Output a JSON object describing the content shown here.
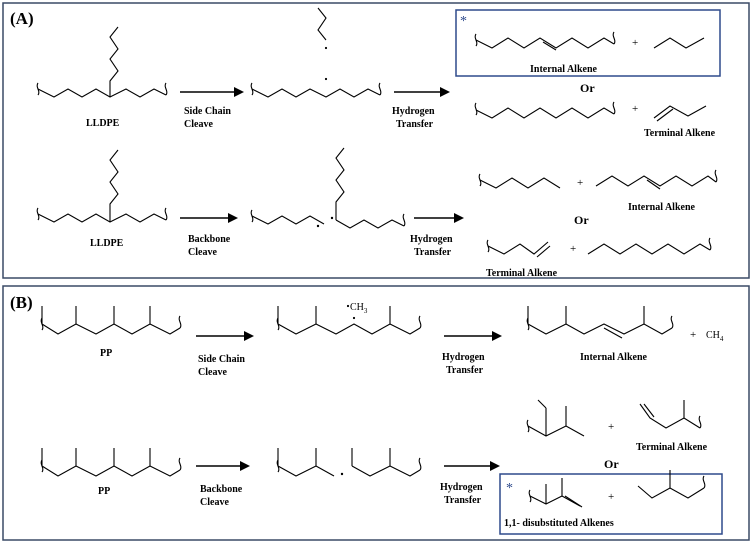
{
  "panel_a": {
    "label": "(A)",
    "lldpe_1": "LLDPE",
    "lldpe_2": "LLDPE",
    "step_side_chain": [
      "Side Chain",
      "Cleave"
    ],
    "step_backbone": [
      "Backbone",
      "Cleave"
    ],
    "step_h_transfer_1": [
      "Hydrogen",
      "Transfer"
    ],
    "step_h_transfer_2": [
      "Hydrogen",
      "Transfer"
    ],
    "internal_alkene_1": "Internal Alkene",
    "terminal_alkene_1": "Terminal Alkene",
    "internal_alkene_2": "Internal Alkene",
    "terminal_alkene_2": "Terminal Alkene",
    "or_1": "Or",
    "or_2": "Or",
    "plus": "+",
    "highlight_marker": "*"
  },
  "panel_b": {
    "label": "(B)",
    "pp_1": "PP",
    "pp_2": "PP",
    "step_side_chain": [
      "Side Chain",
      "Cleave"
    ],
    "step_backbone": [
      "Backbone",
      "Cleave"
    ],
    "step_h_transfer_1": [
      "Hydrogen",
      "Transfer"
    ],
    "step_h_transfer_2": [
      "Hydrogen",
      "Transfer"
    ],
    "methyl_radical": "CH",
    "methyl_sub": "3",
    "methane": "CH",
    "methane_sub": "4",
    "internal_alkene": "Internal Alkene",
    "terminal_alkene": "Terminal Alkene",
    "disubstituted": "1,1- disubstituted Alkenes",
    "or": "Or",
    "plus": "+",
    "highlight_marker": "*"
  },
  "colors": {
    "frame": "#3a4a66",
    "highlight_frame": "#2e4a8c",
    "ink": "#000000"
  }
}
